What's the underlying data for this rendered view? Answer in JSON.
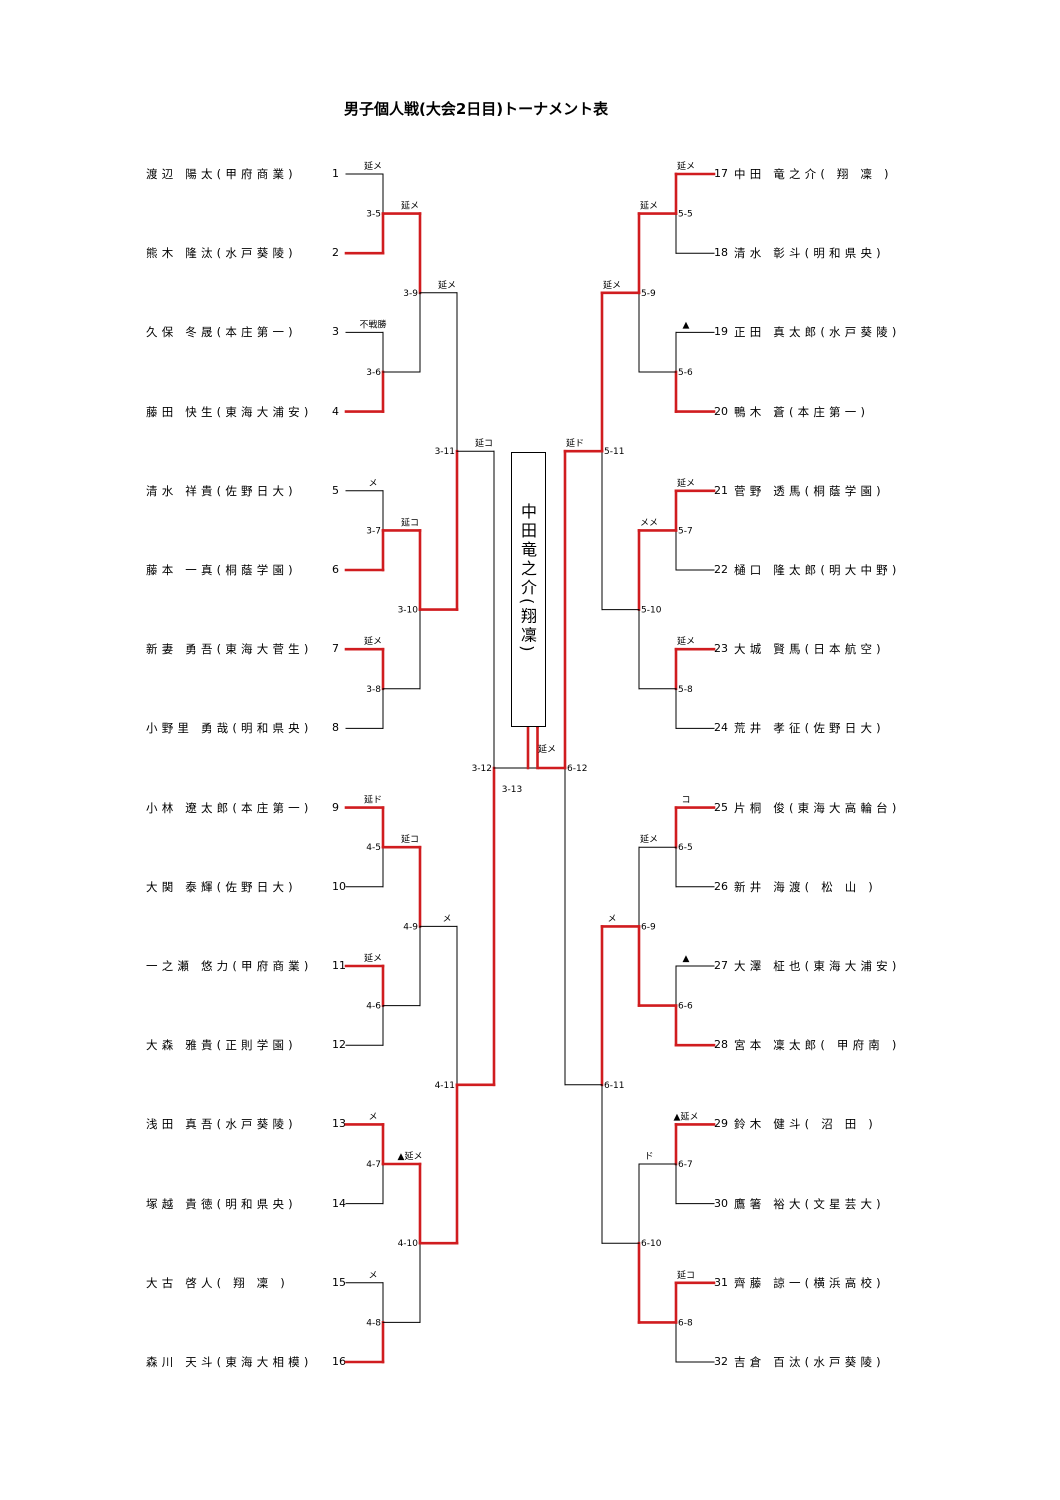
{
  "title": "男子個人戦(大会2日目)トーナメント表",
  "champion": "中田竜之介(翔凜)",
  "colors": {
    "winner_line": "#d01c1f",
    "loser_line": "#000000"
  },
  "players": [
    {
      "seed": "1",
      "label": "渡辺 陽太(甲府商業)"
    },
    {
      "seed": "2",
      "label": "熊木 隆汰(水戸葵陵)"
    },
    {
      "seed": "3",
      "label": "久保 冬晟(本庄第一)"
    },
    {
      "seed": "4",
      "label": "藤田 快生(東海大浦安)"
    },
    {
      "seed": "5",
      "label": "清水 祥貴(佐野日大)"
    },
    {
      "seed": "6",
      "label": "藤本 一真(桐蔭学園)"
    },
    {
      "seed": "7",
      "label": "新妻 勇吾(東海大菅生)"
    },
    {
      "seed": "8",
      "label": "小野里 勇哉(明和県央)"
    },
    {
      "seed": "9",
      "label": "小林 遼太郎(本庄第一)"
    },
    {
      "seed": "10",
      "label": "大関 泰輝(佐野日大)"
    },
    {
      "seed": "11",
      "label": "一之瀬 悠力(甲府商業)"
    },
    {
      "seed": "12",
      "label": "大森 雅貴(正則学園)"
    },
    {
      "seed": "13",
      "label": "浅田 真吾(水戸葵陵)"
    },
    {
      "seed": "14",
      "label": "塚越 貴徳(明和県央)"
    },
    {
      "seed": "15",
      "label": "大古 啓人( 翔 凜 )"
    },
    {
      "seed": "16",
      "label": "森川 天斗(東海大相模)"
    },
    {
      "seed": "17",
      "label": "中田 竜之介( 翔 凜 )"
    },
    {
      "seed": "18",
      "label": "清水 彰斗(明和県央)"
    },
    {
      "seed": "19",
      "label": "正田 真太郎(水戸葵陵)"
    },
    {
      "seed": "20",
      "label": "鴨木 蒼(本庄第一)"
    },
    {
      "seed": "21",
      "label": "菅野 透馬(桐蔭学園)"
    },
    {
      "seed": "22",
      "label": "樋口 隆太郎(明大中野)"
    },
    {
      "seed": "23",
      "label": "大城 賢馬(日本航空)"
    },
    {
      "seed": "24",
      "label": "荒井 孝征(佐野日大)"
    },
    {
      "seed": "25",
      "label": "片桐 俊(東海大高輪台)"
    },
    {
      "seed": "26",
      "label": "新井 海渡( 松 山 )"
    },
    {
      "seed": "27",
      "label": "大澤 柾也(東海大浦安)"
    },
    {
      "seed": "28",
      "label": "宮本 凜太郎( 甲府南 )"
    },
    {
      "seed": "29",
      "label": "鈴木 健斗( 沼 田 )"
    },
    {
      "seed": "30",
      "label": "鷹箸 裕大(文星芸大)"
    },
    {
      "seed": "31",
      "label": "齊藤 諒一(横浜高校)"
    },
    {
      "seed": "32",
      "label": "吉倉 百汰(水戸葵陵)"
    }
  ],
  "matches": [
    {
      "id": "3-5",
      "side": "L",
      "round": 1,
      "a": "1",
      "b": "2",
      "winner": "b",
      "score": "延メ"
    },
    {
      "id": "3-6",
      "side": "L",
      "round": 1,
      "a": "3",
      "b": "4",
      "winner": "b",
      "score": "不戦勝"
    },
    {
      "id": "3-7",
      "side": "L",
      "round": 1,
      "a": "5",
      "b": "6",
      "winner": "b",
      "score": "メ"
    },
    {
      "id": "3-8",
      "side": "L",
      "round": 1,
      "a": "7",
      "b": "8",
      "winner": "a",
      "score": "延メ"
    },
    {
      "id": "3-9",
      "side": "L",
      "round": 2,
      "a": "3-5",
      "b": "3-6",
      "winner": "a",
      "score": "延メ"
    },
    {
      "id": "3-10",
      "side": "L",
      "round": 2,
      "a": "3-7",
      "b": "3-8",
      "winner": "a",
      "score": "延コ"
    },
    {
      "id": "3-11",
      "side": "L",
      "round": 3,
      "a": "3-9",
      "b": "3-10",
      "winner": "b",
      "score": "延メ"
    },
    {
      "id": "4-5",
      "side": "L",
      "round": 1,
      "a": "9",
      "b": "10",
      "winner": "a",
      "score": "延ド"
    },
    {
      "id": "4-6",
      "side": "L",
      "round": 1,
      "a": "11",
      "b": "12",
      "winner": "a",
      "score": "延メ"
    },
    {
      "id": "4-7",
      "side": "L",
      "round": 1,
      "a": "13",
      "b": "14",
      "winner": "a",
      "score": "メ"
    },
    {
      "id": "4-8",
      "side": "L",
      "round": 1,
      "a": "15",
      "b": "16",
      "winner": "b",
      "score": "メ"
    },
    {
      "id": "4-9",
      "side": "L",
      "round": 2,
      "a": "4-5",
      "b": "4-6",
      "winner": "a",
      "score": "延コ"
    },
    {
      "id": "4-10",
      "side": "L",
      "round": 2,
      "a": "4-7",
      "b": "4-8",
      "winner": "a",
      "score": "▲延メ"
    },
    {
      "id": "4-11",
      "side": "L",
      "round": 3,
      "a": "4-9",
      "b": "4-10",
      "winner": "b",
      "score": "メ"
    },
    {
      "id": "3-12",
      "side": "L",
      "round": 4,
      "a": "3-11",
      "b": "4-11",
      "winner": "b",
      "score": "延コ"
    },
    {
      "id": "5-5",
      "side": "R",
      "round": 1,
      "a": "17",
      "b": "18",
      "winner": "a",
      "score": "延メ"
    },
    {
      "id": "5-6",
      "side": "R",
      "round": 1,
      "a": "19",
      "b": "20",
      "winner": "b",
      "score": "▲"
    },
    {
      "id": "5-7",
      "side": "R",
      "round": 1,
      "a": "21",
      "b": "22",
      "winner": "a",
      "score": "延メ"
    },
    {
      "id": "5-8",
      "side": "R",
      "round": 1,
      "a": "23",
      "b": "24",
      "winner": "a",
      "score": "延メ"
    },
    {
      "id": "5-9",
      "side": "R",
      "round": 2,
      "a": "5-5",
      "b": "5-6",
      "winner": "a",
      "score": "延メ"
    },
    {
      "id": "5-10",
      "side": "R",
      "round": 2,
      "a": "5-7",
      "b": "5-8",
      "winner": "a",
      "score": "メメ"
    },
    {
      "id": "5-11",
      "side": "R",
      "round": 3,
      "a": "5-9",
      "b": "5-10",
      "winner": "a",
      "score": "延メ"
    },
    {
      "id": "6-5",
      "side": "R",
      "round": 1,
      "a": "25",
      "b": "26",
      "winner": "a",
      "score": "コ"
    },
    {
      "id": "6-6",
      "side": "R",
      "round": 1,
      "a": "27",
      "b": "28",
      "winner": "b",
      "score": "▲"
    },
    {
      "id": "6-7",
      "side": "R",
      "round": 1,
      "a": "29",
      "b": "30",
      "winner": "a",
      "score": "▲延メ"
    },
    {
      "id": "6-8",
      "side": "R",
      "round": 1,
      "a": "31",
      "b": "32",
      "winner": "a",
      "score": "延コ"
    },
    {
      "id": "6-9",
      "side": "R",
      "round": 2,
      "a": "6-5",
      "b": "6-6",
      "winner": "b",
      "score": "延メ"
    },
    {
      "id": "6-10",
      "side": "R",
      "round": 2,
      "a": "6-7",
      "b": "6-8",
      "winner": "b",
      "score": "ド"
    },
    {
      "id": "6-11",
      "side": "R",
      "round": 3,
      "a": "6-9",
      "b": "6-10",
      "winner": "a",
      "score": "メ"
    },
    {
      "id": "6-12",
      "side": "R",
      "round": 4,
      "a": "5-11",
      "b": "6-11",
      "winner": "a",
      "score": "延ド"
    },
    {
      "id": "3-13",
      "side": "C",
      "round": 5,
      "a": "3-12",
      "b": "6-12",
      "winner": "b",
      "score": "延メ"
    }
  ],
  "annotations": [
    "延メ",
    "▲延メ"
  ]
}
